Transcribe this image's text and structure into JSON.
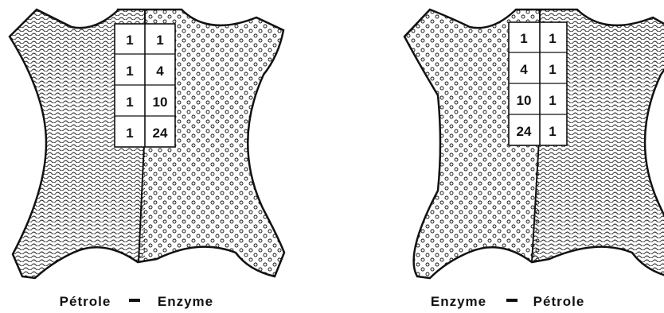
{
  "left_hide": {
    "left_label": "Pétrole",
    "right_label": "Enzyme",
    "grid": [
      [
        "1",
        "1"
      ],
      [
        "1",
        "4"
      ],
      [
        "1",
        "10"
      ],
      [
        "1",
        "24"
      ]
    ]
  },
  "right_hide": {
    "left_label": "Enzyme",
    "right_label": "Pétrole",
    "grid": [
      [
        "1",
        "1"
      ],
      [
        "4",
        "1"
      ],
      [
        "10",
        "1"
      ],
      [
        "24",
        "1"
      ]
    ]
  }
}
